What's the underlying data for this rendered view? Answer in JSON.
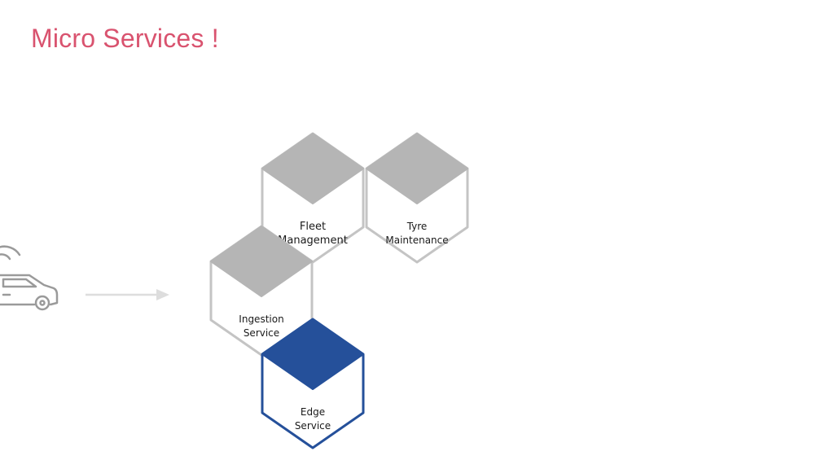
{
  "slide": {
    "title": "Micro Services !"
  },
  "colors": {
    "title": "#d9536f",
    "hex_fill_gray": "#b5b5b5",
    "hex_stroke_gray": "#c4c4c4",
    "hex_fill_blue": "#25509a",
    "hex_stroke_blue": "#25509a",
    "arrow": "#dddddd",
    "car_icon": "#9a9a9a"
  },
  "diagram": {
    "source_icon": "connected-car-icon",
    "arrow_icon": "right-arrow-icon",
    "services": [
      {
        "id": "fleet",
        "line1": "Fleet",
        "line2": "Management",
        "highlight": false
      },
      {
        "id": "tyre",
        "line1": "Tyre",
        "line2": "Maintenance",
        "highlight": false
      },
      {
        "id": "ingestion",
        "line1": "Ingestion",
        "line2": "Service",
        "highlight": false
      },
      {
        "id": "edge",
        "line1": "Edge",
        "line2": "Service",
        "highlight": true
      }
    ]
  }
}
